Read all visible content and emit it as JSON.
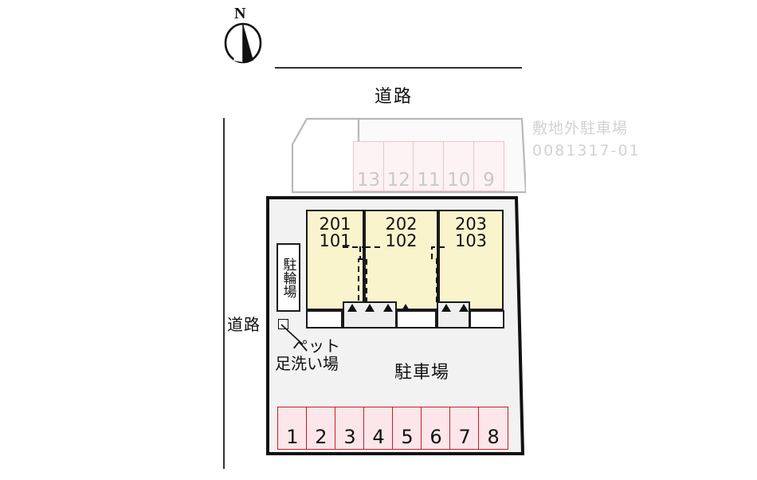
{
  "compass": {
    "north_label": "N",
    "icon": "compass-north-arrow"
  },
  "roads": {
    "top_label": "道路",
    "left_label": "道路"
  },
  "offsite_parking": {
    "note_title": "敷地外駐車場",
    "note_code": "0081317-01",
    "spaces": [
      "13",
      "12",
      "11",
      "10",
      "9"
    ]
  },
  "building": {
    "units": [
      {
        "upper": "201",
        "lower": "101"
      },
      {
        "upper": "202",
        "lower": "102"
      },
      {
        "upper": "203",
        "lower": "103"
      }
    ]
  },
  "facilities": {
    "bicycle_parking_label": "駐輪場",
    "pet_wash_label_line1": "ペット",
    "pet_wash_label_line2": "足洗い場",
    "parking_lot_label": "駐車場"
  },
  "onsite_parking": {
    "spaces": [
      "1",
      "2",
      "3",
      "4",
      "5",
      "6",
      "7",
      "8"
    ]
  },
  "colors": {
    "unit_fill": "#faf4cd",
    "parking_fill": "#fce6ea",
    "parking_border": "#d31a22",
    "offsite_fill": "#fdf2f4",
    "offsite_border": "#f0c3c8",
    "site_fill": "#f2f2f2",
    "faded_text": "#c9c9c9",
    "ink": "#1a1a1a"
  }
}
